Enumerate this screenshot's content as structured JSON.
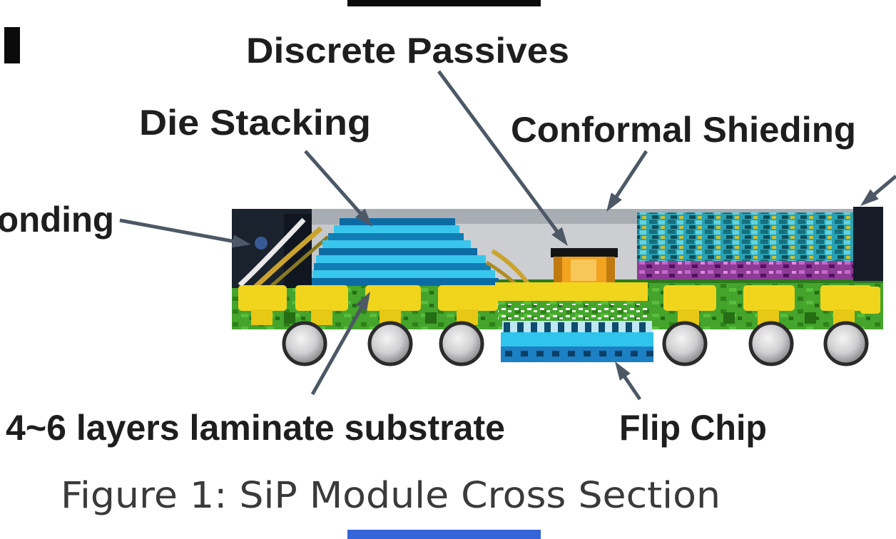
{
  "figure": {
    "caption": "Figure 1: SiP Module Cross Section",
    "labels": {
      "wire_bonding_partial": "onding",
      "die_stacking": "Die Stacking",
      "discrete_passives": "Discrete Passives",
      "conformal_shielding": "Conformal Shieding",
      "laminate_substrate": "4~6 layers laminate substrate",
      "flip_chip": "Flip Chip"
    },
    "colors": {
      "mold_gray": "#c6c8cb",
      "shield_band": "#a8adb4",
      "center_mold": "#cdced1",
      "block_dark": "#1a222e",
      "right_block_dark": "#161d28",
      "die_cyan": "#38c6ec",
      "die_blue": "#0d6ba4",
      "die_mid_blue": "#117fb5",
      "teal_block": "#2aa2b4",
      "purple_row": "#8d3c96",
      "substrate_green": "#44a42c",
      "pad_yellow": "#f1d51d",
      "passive_orange": "#f2a31f",
      "passive_cap": "#141414",
      "flip_bump_base": "#bfe8f4",
      "flip_cyan": "#2ec4ec",
      "flip_blue": "#1b80c4",
      "ball_gray": "#c2c2c4",
      "arrow_gray": "#4d5866",
      "label_text": "#1e1e1e",
      "caption_text": "#3a3a3a",
      "artifact_black": "#0b0b0b",
      "artifact_blue": "#3464d8",
      "bond_wire_gold": "#caa32e",
      "bond_wire_white": "#e8e8ea"
    }
  }
}
